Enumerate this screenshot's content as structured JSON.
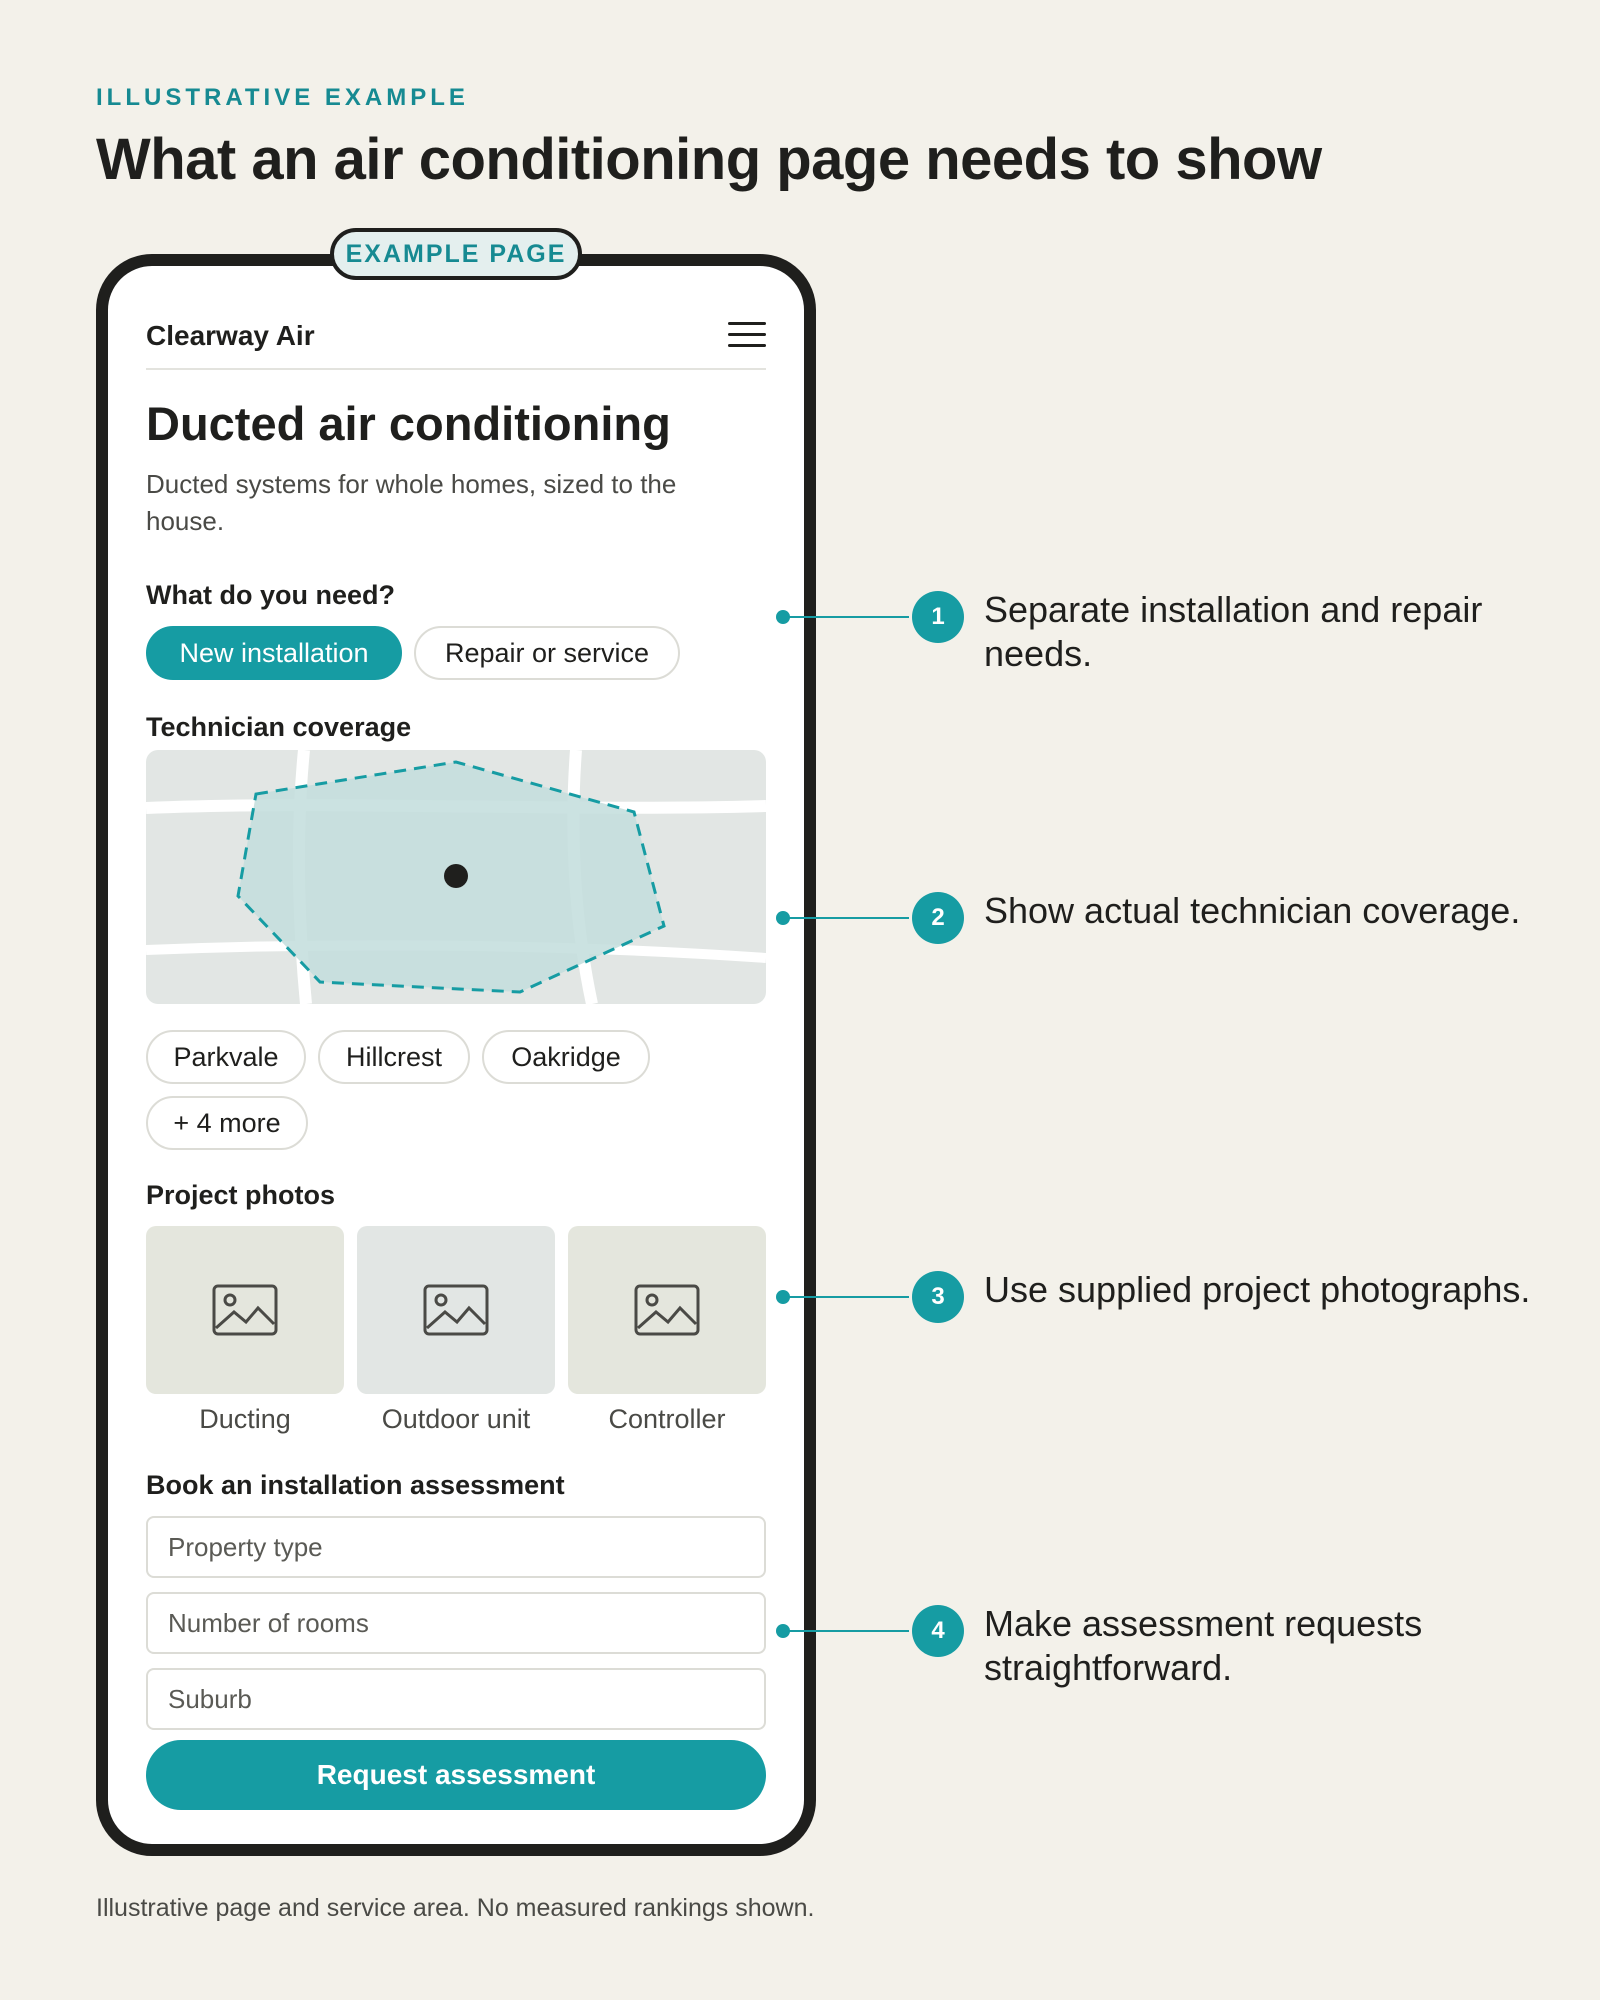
{
  "eyebrow": "ILLUSTRATIVE EXAMPLE",
  "title": "What an air conditioning page needs to show",
  "phone_label": "EXAMPLE PAGE",
  "app": {
    "brand": "Clearway Air",
    "menu_icon": "hamburger-menu-icon",
    "heading": "Ducted air conditioning",
    "subheading": "Ducted systems for whole homes, sized to the house.",
    "need": {
      "label": "What do you need?",
      "options": [
        "New installation",
        "Repair or service"
      ],
      "selected": "New installation"
    },
    "coverage": {
      "label": "Technician coverage",
      "areas": [
        "Parkvale",
        "Hillcrest",
        "Oakridge"
      ],
      "more": "+ 4 more"
    },
    "photos": {
      "label": "Project photos",
      "items": [
        {
          "caption": "Ducting",
          "icon": "image-placeholder-icon"
        },
        {
          "caption": "Outdoor unit",
          "icon": "image-placeholder-icon"
        },
        {
          "caption": "Controller",
          "icon": "image-placeholder-icon"
        }
      ]
    },
    "booking": {
      "label": "Book an installation assessment",
      "fields": [
        {
          "placeholder": "Property type"
        },
        {
          "placeholder": "Number of rooms"
        },
        {
          "placeholder": "Suburb"
        }
      ],
      "submit": "Request assessment"
    }
  },
  "callouts": [
    {
      "number": "1",
      "text": "Separate installation and repair needs."
    },
    {
      "number": "2",
      "text": "Show actual technician coverage."
    },
    {
      "number": "3",
      "text": "Use supplied project photographs."
    },
    {
      "number": "4",
      "text": "Make assessment requests straightforward."
    }
  ],
  "footnote": "Illustrative page and service area. No measured rankings shown.",
  "colors": {
    "accent": "#169ca3",
    "background": "#f3f1ea",
    "text": "#1f1f1d",
    "coverage_fill": "#c4dedd"
  }
}
